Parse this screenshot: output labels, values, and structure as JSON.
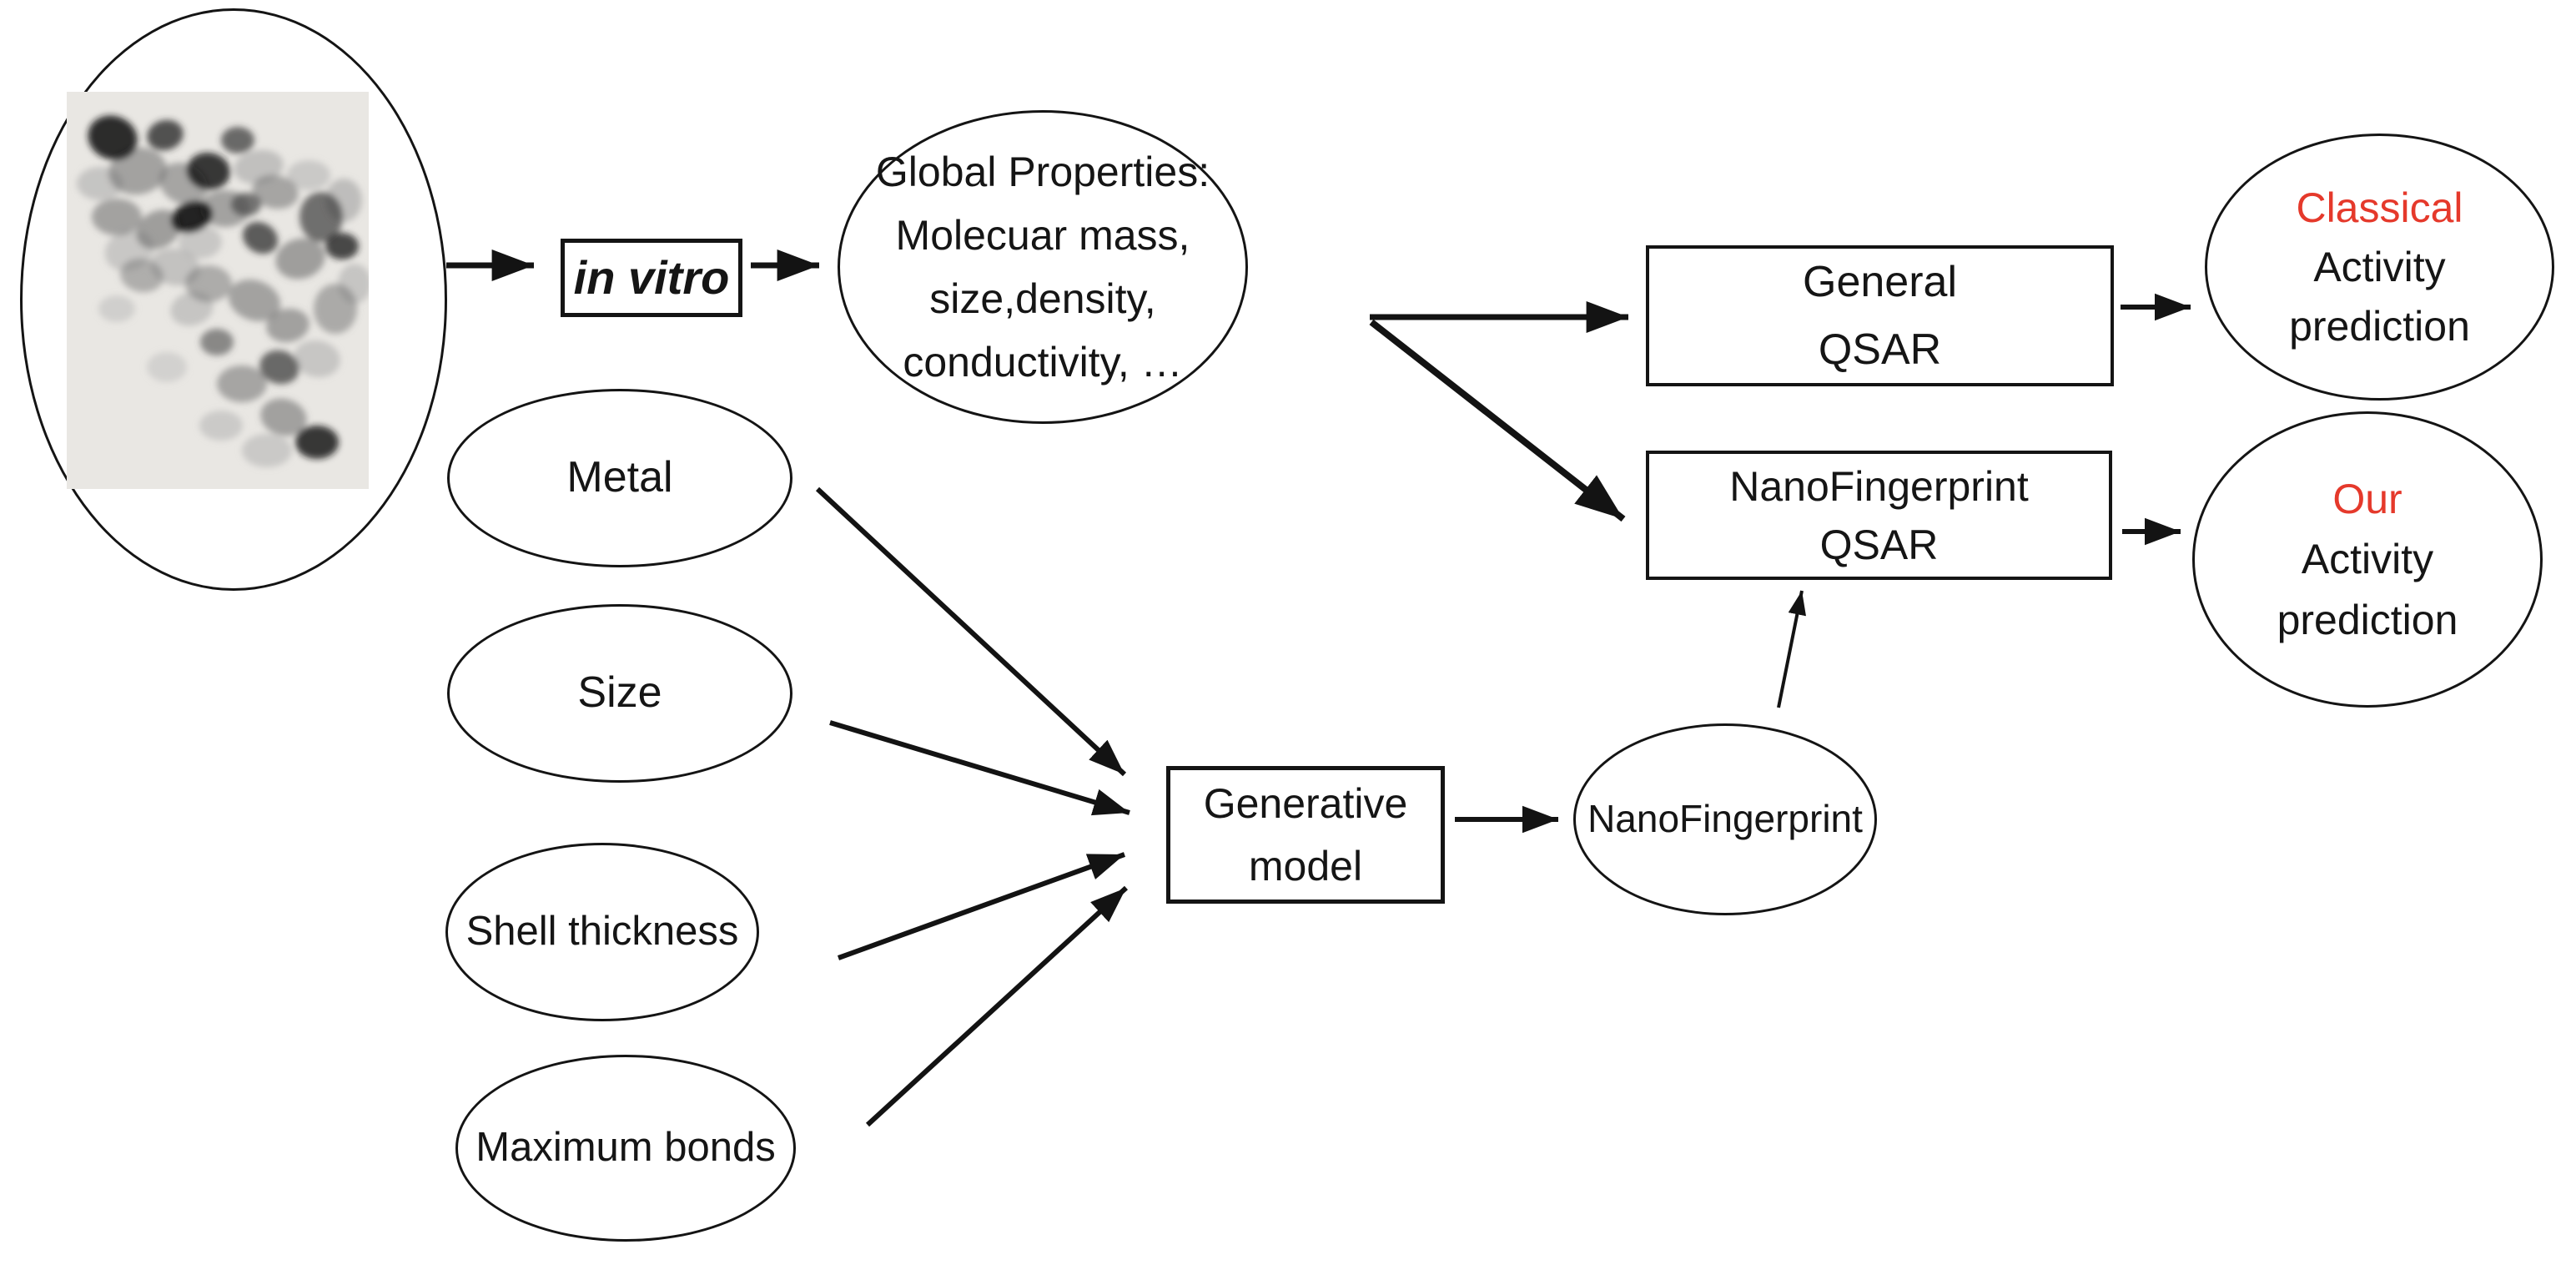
{
  "nodes": {
    "sample": {
      "name": "nanoparticle TEM micrograph"
    },
    "in_vitro": {
      "label": "in vitro"
    },
    "global_properties": {
      "lines": [
        "Global Properties:",
        "Molecuar mass,",
        "size,density,",
        "conductivity, …"
      ]
    },
    "metal": {
      "label": "Metal"
    },
    "size": {
      "label": "Size"
    },
    "shell_thickness": {
      "label": "Shell thickness"
    },
    "maximum_bonds": {
      "label": "Maximum bonds"
    },
    "generative_model": {
      "lines": [
        "Generative",
        "model"
      ]
    },
    "nanofingerprint": {
      "label": "NanoFingerprint"
    },
    "general_qsar": {
      "lines": [
        "General",
        "QSAR"
      ]
    },
    "nanofingerprint_qsar": {
      "lines": [
        "NanoFingerprint",
        "QSAR"
      ]
    },
    "classical_prediction": {
      "highlight": "Classical",
      "lines": [
        "Activity",
        "prediction"
      ]
    },
    "our_prediction": {
      "highlight": "Our",
      "lines": [
        "Activity",
        "prediction"
      ]
    }
  },
  "edges": [
    {
      "from": "nanoparticle-sample",
      "to": "in-vitro"
    },
    {
      "from": "in-vitro",
      "to": "global-properties"
    },
    {
      "from": "global-properties",
      "to": "general-qsar"
    },
    {
      "from": "global-properties",
      "to": "nanofingerprint-qsar"
    },
    {
      "from": "metal",
      "to": "generative-model"
    },
    {
      "from": "size",
      "to": "generative-model"
    },
    {
      "from": "shell-thickness",
      "to": "generative-model"
    },
    {
      "from": "maximum-bonds",
      "to": "generative-model"
    },
    {
      "from": "generative-model",
      "to": "nanofingerprint"
    },
    {
      "from": "nanofingerprint",
      "to": "nanofingerprint-qsar"
    },
    {
      "from": "general-qsar",
      "to": "classical-activity-prediction"
    },
    {
      "from": "nanofingerprint-qsar",
      "to": "our-activity-prediction"
    }
  ],
  "colors": {
    "highlight_red": "#e5392b",
    "stroke": "#141414",
    "background": "#ffffff"
  }
}
